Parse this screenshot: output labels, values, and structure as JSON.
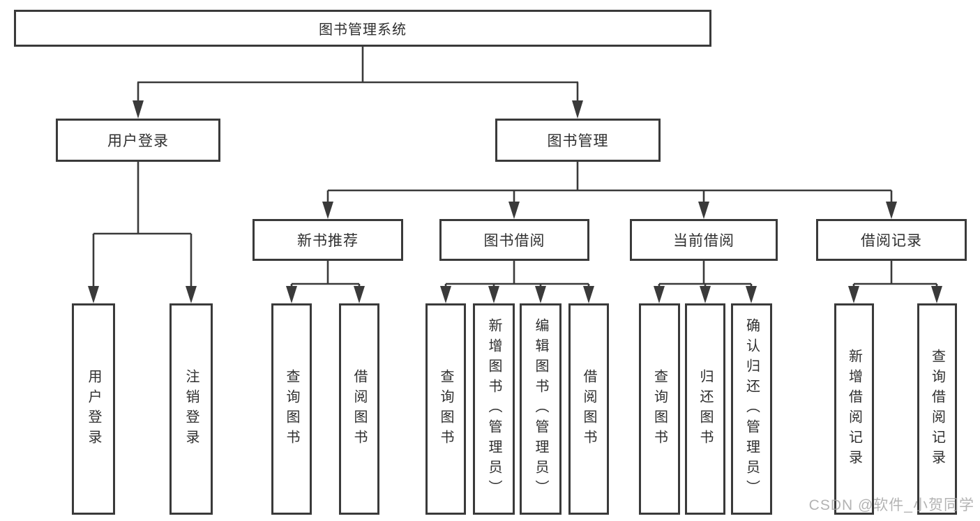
{
  "tree": {
    "label": "图书管理系统",
    "children": [
      {
        "label": "用户登录",
        "children": [
          {
            "label": "用户登录"
          },
          {
            "label": "注销登录"
          }
        ]
      },
      {
        "label": "图书管理",
        "children": [
          {
            "label": "新书推荐",
            "children": [
              {
                "label": "查询图书"
              },
              {
                "label": "借阅图书"
              }
            ]
          },
          {
            "label": "图书借阅",
            "children": [
              {
                "label": "查询图书"
              },
              {
                "label": "新增图书（管理员）"
              },
              {
                "label": "编辑图书（管理员）"
              },
              {
                "label": "借阅图书"
              }
            ]
          },
          {
            "label": "当前借阅",
            "children": [
              {
                "label": "查询图书"
              },
              {
                "label": "归还图书"
              },
              {
                "label": "确认归还（管理员）"
              }
            ]
          },
          {
            "label": "借阅记录",
            "children": [
              {
                "label": "新增借阅记录"
              },
              {
                "label": "查询借阅记录"
              }
            ]
          }
        ]
      }
    ]
  },
  "watermark": "CSDN @软件_小贺同学",
  "colors": {
    "line": "#3a3a3a",
    "text": "#2f2f2f",
    "watermark": "#9e9e9e",
    "background": "#ffffff"
  }
}
